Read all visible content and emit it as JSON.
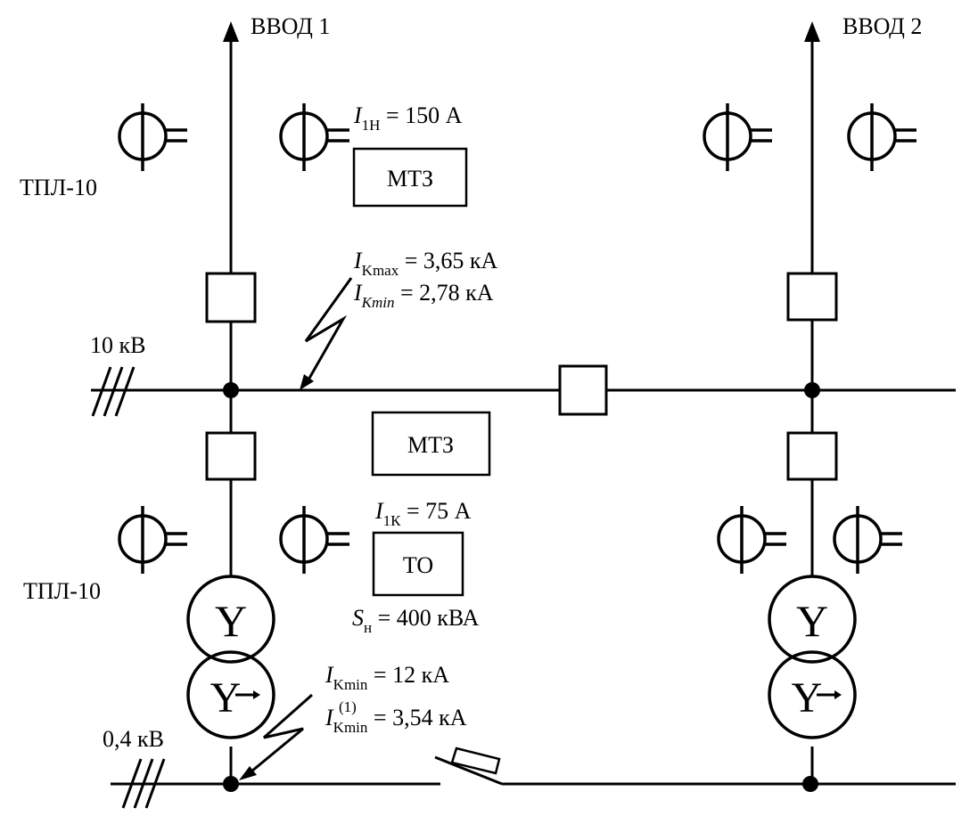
{
  "inputs": {
    "input1": "ВВОД 1",
    "input2": "ВВОД 2"
  },
  "ct_labels": {
    "upper": "ТПЛ-10",
    "lower": "ТПЛ-10"
  },
  "voltages": {
    "hv": "10 кВ",
    "lv": "0,4 кВ"
  },
  "relay_blocks": {
    "upper_mtz": "МТЗ",
    "middle_mtz": "МТЗ",
    "to": "ТО"
  },
  "currents": {
    "i1n": {
      "sym": "I",
      "sub": "1Н",
      "val": " = 150 А"
    },
    "ikmax_hv": {
      "sym": "I",
      "sub": "Kmax",
      "val": " = 3,65 кА"
    },
    "ikmin_hv": {
      "sym": "I",
      "sub": "Kmin",
      "val": " = 2,78 кА"
    },
    "i1k": {
      "sym": "I",
      "sub": "1К",
      "val": " = 75 А"
    },
    "sn": {
      "sym": "S",
      "sub": "н",
      "val": " = 400 кВА"
    },
    "ikmin_lv": {
      "sym": "I",
      "sub": "Kmin",
      "val": " = 12 кА"
    },
    "ikmin1_lv": {
      "sym": "I",
      "sub": "Kmin",
      "sup": "(1)",
      "val": " = 3,54 кА"
    }
  },
  "transformer_symbols": {
    "star": "Y",
    "star_neutral": "Y"
  }
}
